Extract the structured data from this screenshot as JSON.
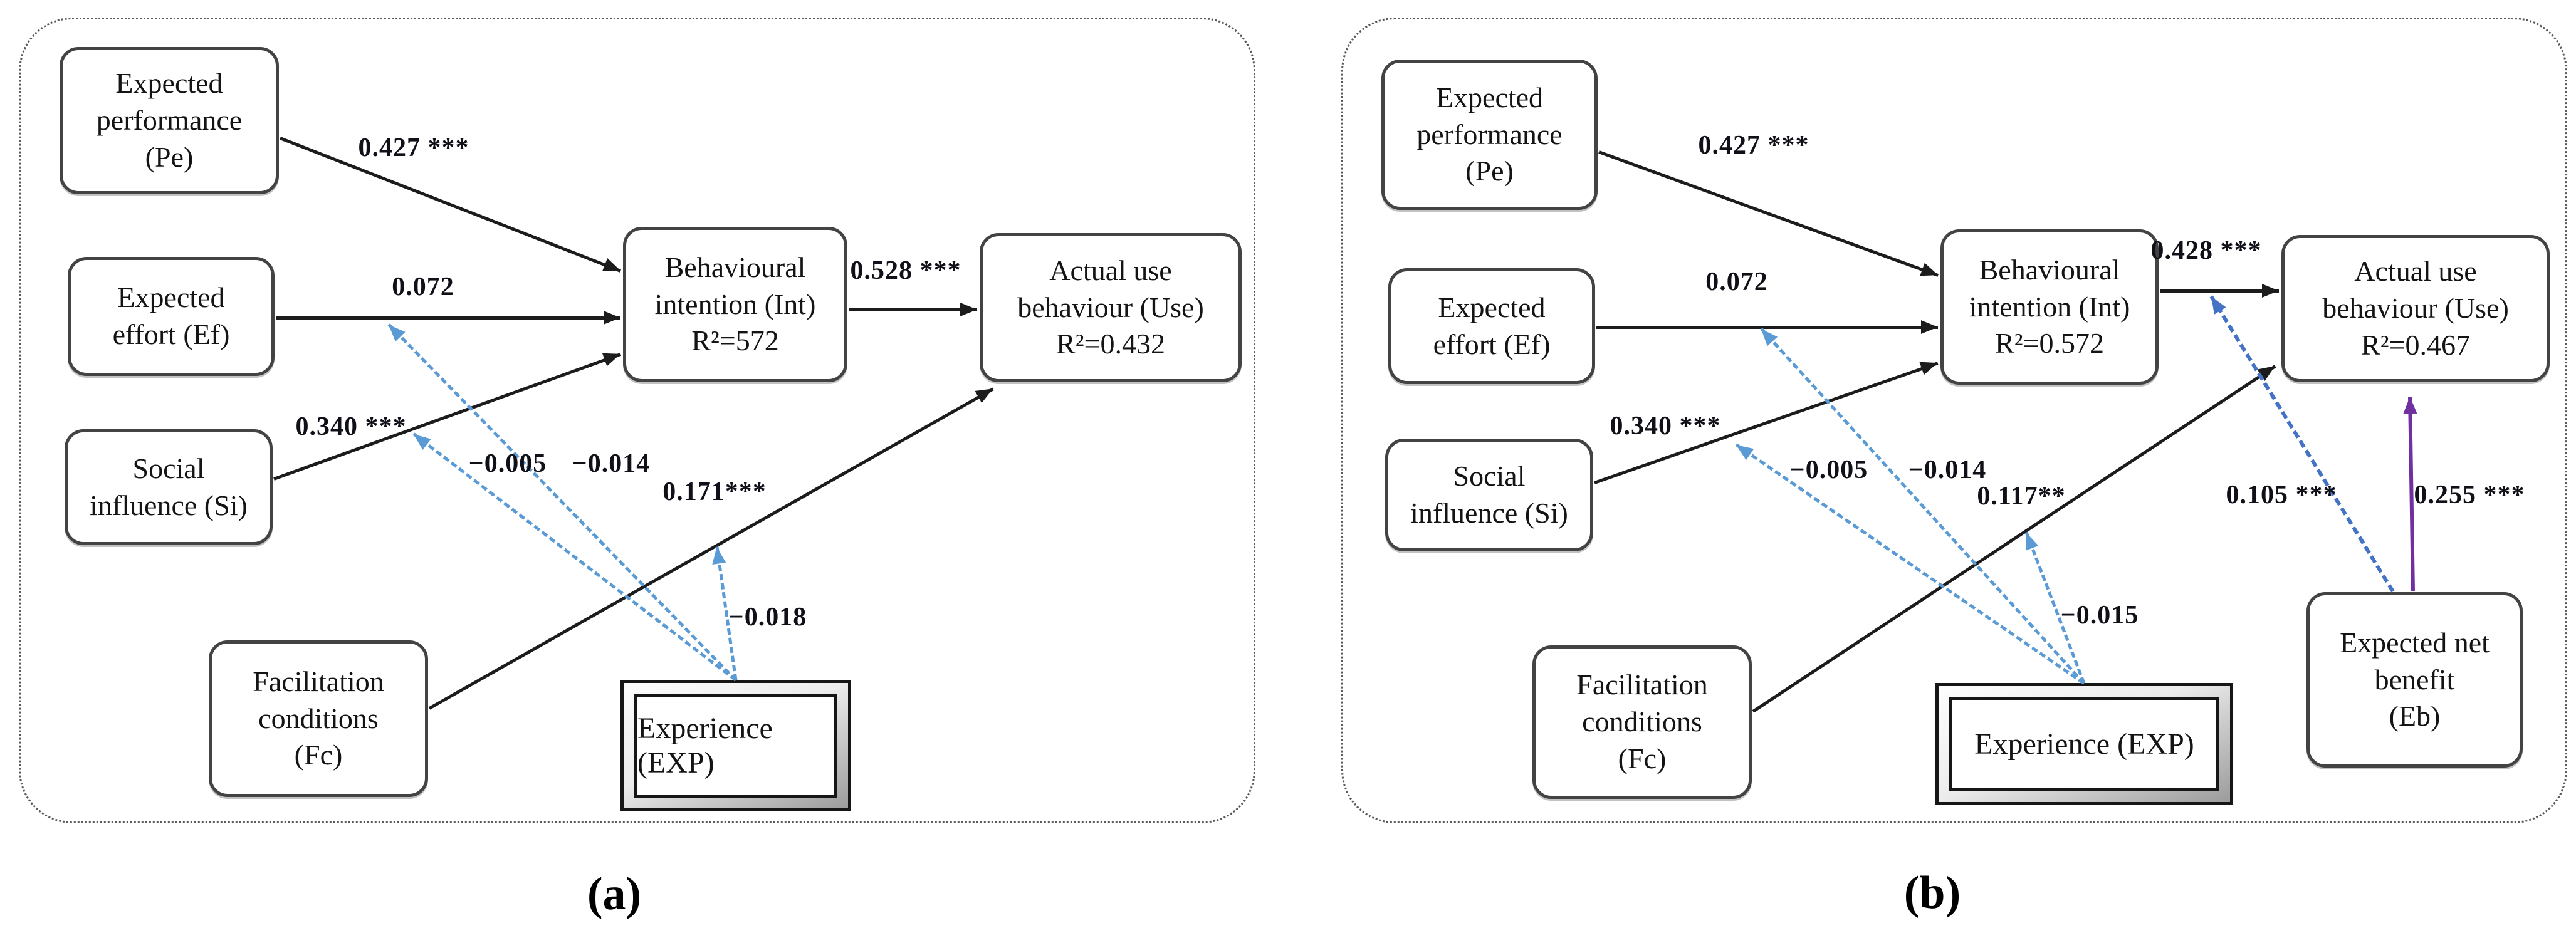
{
  "figure": {
    "panel_a": {
      "caption": "(a)",
      "nodes": {
        "pe": [
          "Expected",
          "performance",
          "(Pe)"
        ],
        "ef": [
          "Expected",
          "effort (Ef)"
        ],
        "si": [
          "Social",
          "influence (Si)"
        ],
        "fc": [
          "Facilitation",
          "conditions",
          "(Fc)"
        ],
        "int": [
          "Behavioural",
          "intention (Int)",
          "R²=572"
        ],
        "use": [
          "Actual use",
          "behaviour (Use)",
          "R²=0.432"
        ],
        "exp": [
          "Experience (EXP)"
        ]
      },
      "coefficients": {
        "pe_int": "0.427 ***",
        "ef_int": "0.072",
        "si_int": "0.340 ***",
        "int_use": "0.528 ***",
        "fc_use": "0.171***",
        "mod_si": "−0.005",
        "mod_ef": "−0.014",
        "mod_fc": "−0.018"
      }
    },
    "panel_b": {
      "caption": "(b)",
      "nodes": {
        "pe": [
          "Expected",
          "performance",
          "(Pe)"
        ],
        "ef": [
          "Expected",
          "effort (Ef)"
        ],
        "si": [
          "Social",
          "influence (Si)"
        ],
        "fc": [
          "Facilitation",
          "conditions",
          "(Fc)"
        ],
        "int": [
          "Behavioural",
          "intention (Int)",
          "R²=0.572"
        ],
        "use": [
          "Actual use",
          "behaviour (Use)",
          "R²=0.467"
        ],
        "exp": [
          "Experience (EXP)"
        ],
        "eb": [
          "Expected net",
          "benefit",
          "(Eb)"
        ]
      },
      "coefficients": {
        "pe_int": "0.427 ***",
        "ef_int": "0.072",
        "si_int": "0.340 ***",
        "int_use": "0.428 ***",
        "fc_use": "0.117**",
        "mod_si": "−0.005",
        "mod_ef": "−0.014",
        "mod_fc": "−0.015",
        "eb_int_use": "0.105 ***",
        "eb_use": "0.255 ***"
      }
    },
    "colors": {
      "path_black": "#1c1c1c",
      "moderation_dashed_blue": "#5b9bd5",
      "eb_moderation_blue": "#4472c4",
      "eb_direct_purple": "#7030a0"
    }
  }
}
